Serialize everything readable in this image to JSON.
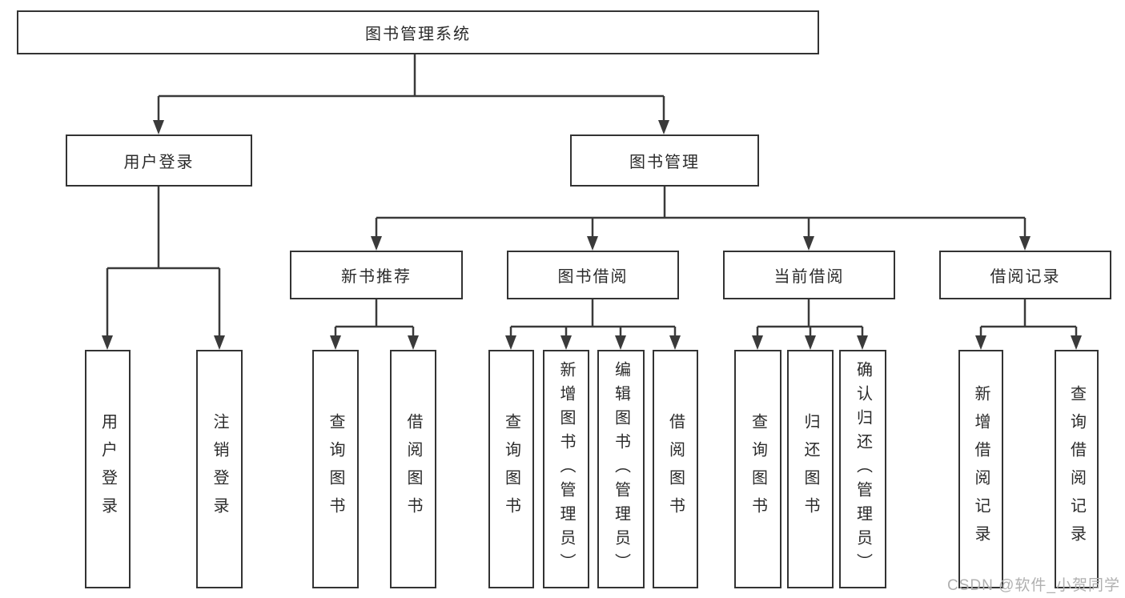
{
  "diagram": {
    "title_node": "图书管理系统",
    "level2": [
      {
        "label": "用户登录"
      },
      {
        "label": "图书管理"
      }
    ],
    "level3": [
      {
        "label": "新书推荐"
      },
      {
        "label": "图书借阅"
      },
      {
        "label": "当前借阅"
      },
      {
        "label": "借阅记录"
      }
    ],
    "leaves": [
      {
        "parent": "用户登录",
        "label": "用户登录"
      },
      {
        "parent": "用户登录",
        "label": "注销登录"
      },
      {
        "parent": "新书推荐",
        "label": "查询图书"
      },
      {
        "parent": "新书推荐",
        "label": "借阅图书"
      },
      {
        "parent": "图书借阅",
        "label": "查询图书"
      },
      {
        "parent": "图书借阅",
        "label": "新增图书（管理员）"
      },
      {
        "parent": "图书借阅",
        "label": "编辑图书（管理员）"
      },
      {
        "parent": "图书借阅",
        "label": "借阅图书"
      },
      {
        "parent": "当前借阅",
        "label": "查询图书"
      },
      {
        "parent": "当前借阅",
        "label": "归还图书"
      },
      {
        "parent": "当前借阅",
        "label": "确认归还（管理员）"
      },
      {
        "parent": "借阅记录",
        "label": "新增借阅记录"
      },
      {
        "parent": "借阅记录",
        "label": "查询借阅记录"
      }
    ],
    "watermark": "CSDN @软件_小贺同学",
    "colors": {
      "line": "#3a3a3a",
      "border": "#333333",
      "text": "#2b2b2b",
      "watermark": "#b0b0b0",
      "background": "#ffffff"
    }
  }
}
